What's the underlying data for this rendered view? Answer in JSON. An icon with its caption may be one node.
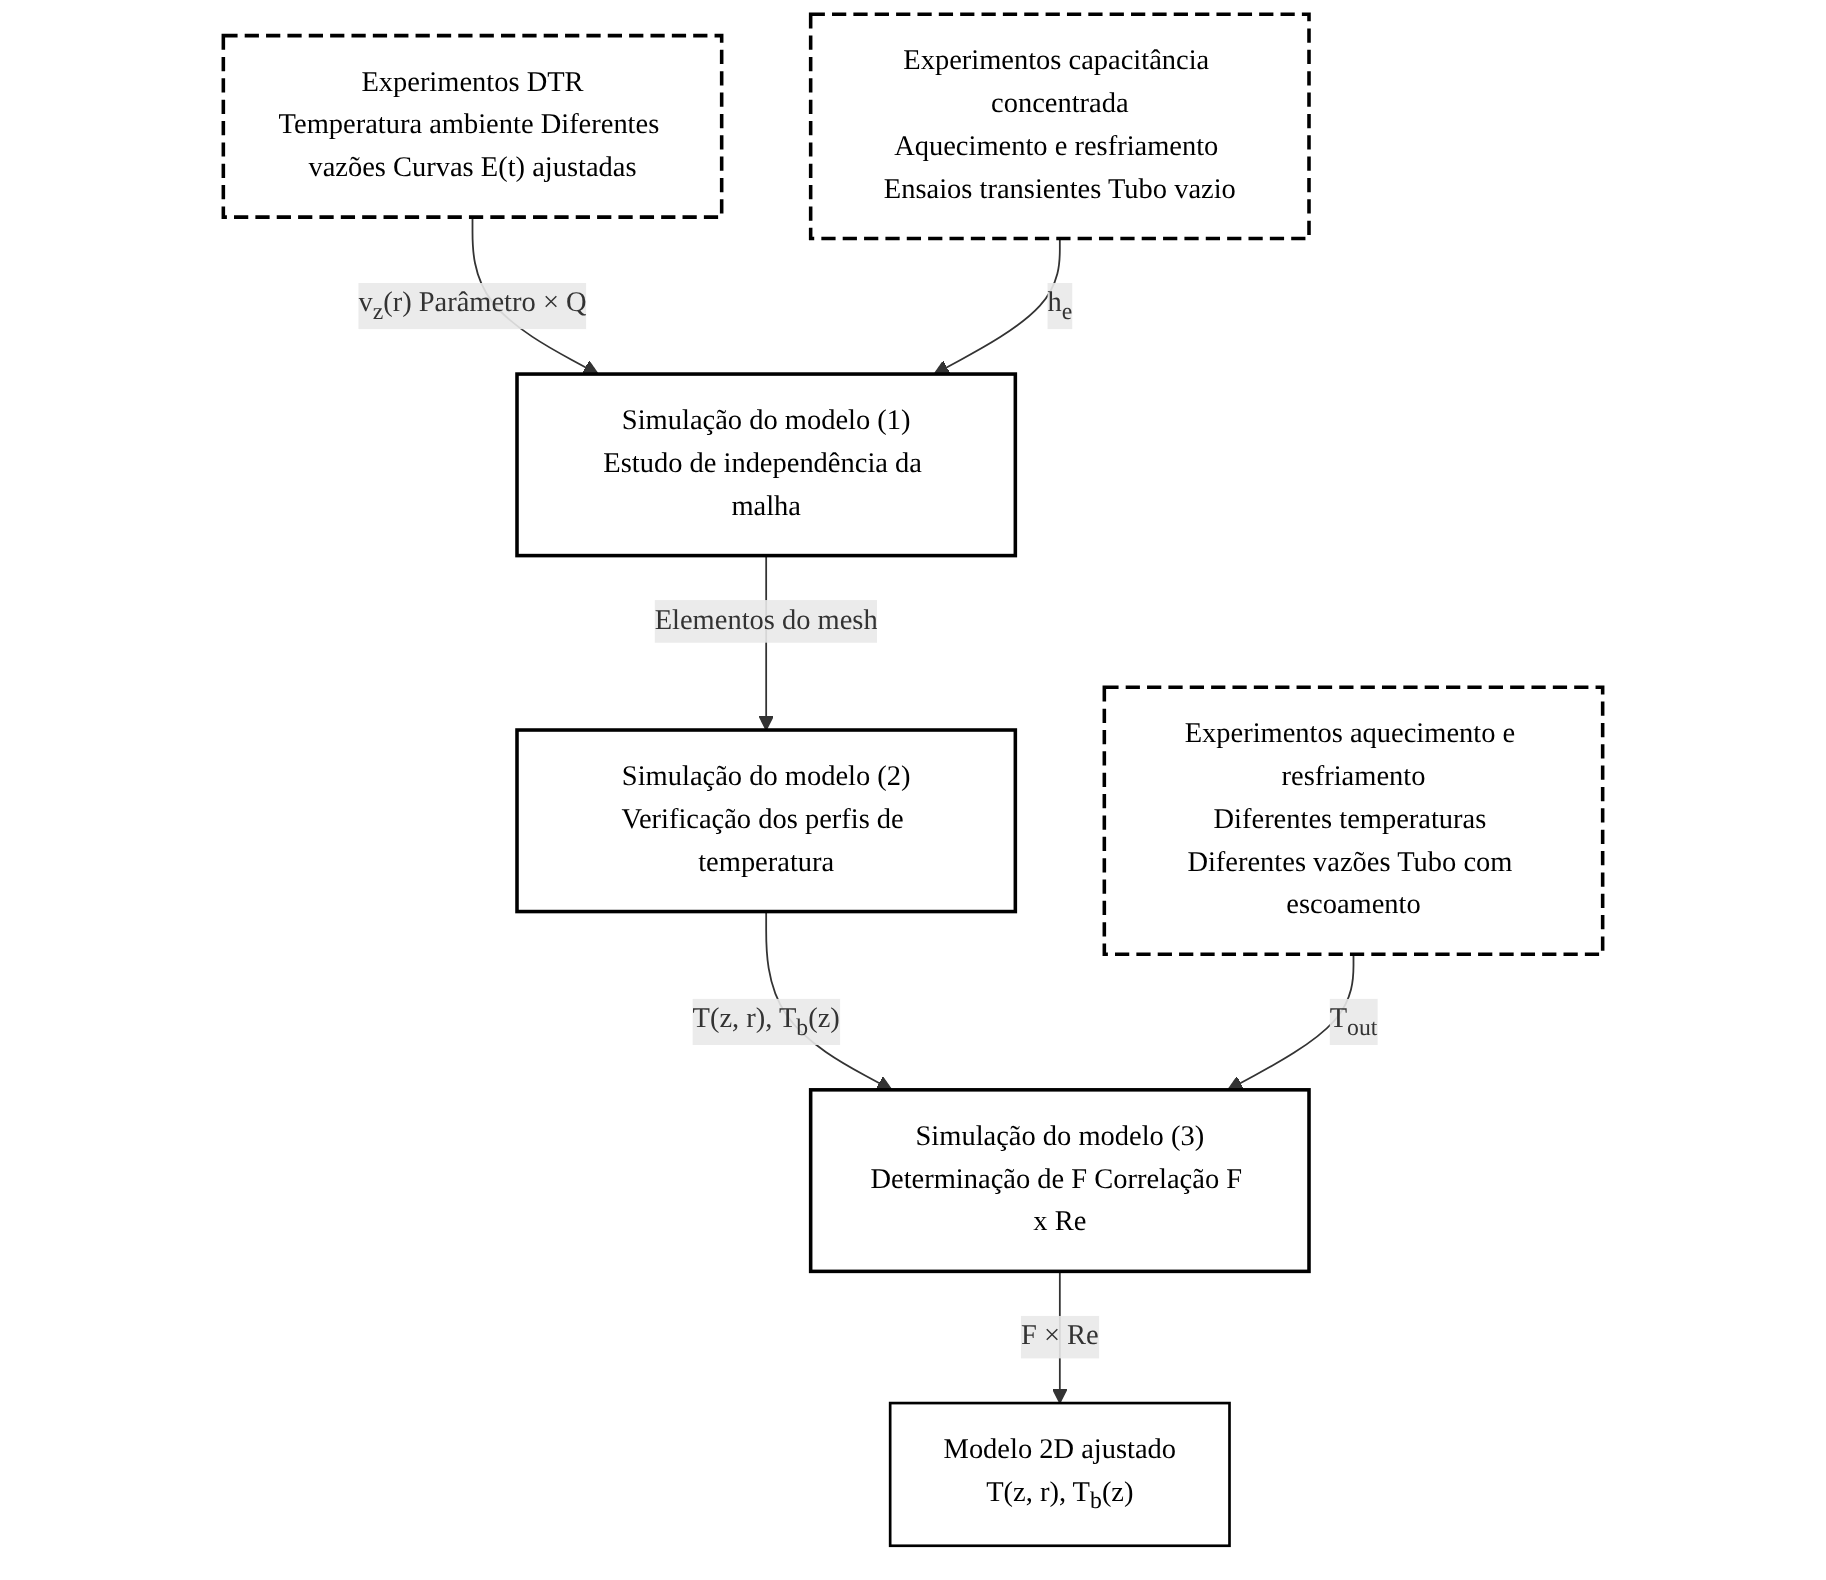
{
  "diagram": {
    "nodes": [
      {
        "text": [
          "Experimentos DTR",
          "Temperatura ambiente Diferentes vazões Curvas E(t) ajustadas"
        ]
      },
      {
        "text": [
          "Simulação do modelo (1)",
          "Estudo de independência da malha"
        ]
      },
      {
        "text": [
          "Experimentos capacitância concentrada",
          "Aquecimento e resfriamento Ensaios transientes Tubo vazio"
        ]
      },
      {
        "text": [
          "Simulação do modelo (2)",
          "Verificação dos perfis de temperatura"
        ]
      },
      {
        "text": [
          "Experimentos aquecimento e resfriamento",
          "Diferentes temperaturas Diferentes vazões Tubo com escoamento"
        ]
      },
      {
        "text": [
          "Simulação do modelo (3)",
          "Determinação de F Correlação F x Re"
        ]
      },
      {
        "text": [
          "Modelo 2D ajustado",
          "T(z, r), T$_{b}$(z)"
        ]
      }
    ],
    "edges": [
      {
        "from": 0,
        "to": 1,
        "arrow": "to",
        "label": "v$_{z}$(r) Parâmetro × Q"
      },
      {
        "from": 2,
        "to": 1,
        "arrow": "to",
        "label": "h$_{e}$"
      },
      {
        "from": 1,
        "to": 3,
        "arrow": "to",
        "label": "Elementos do mesh"
      },
      {
        "from": 3,
        "to": 5,
        "arrow": "to",
        "label": "T(z, r), T$_{b}$(z)"
      },
      {
        "from": 4,
        "to": 5,
        "arrow": "to",
        "label": "T$_{out}$"
      },
      {
        "from": 5,
        "to": 6,
        "arrow": "to",
        "label": "F × Re"
      }
    ]
  }
}
